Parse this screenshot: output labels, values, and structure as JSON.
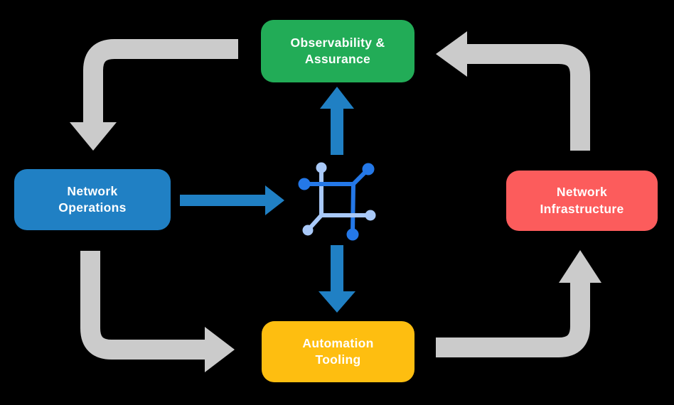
{
  "diagram": {
    "title_hint": "network automation lifecycle diagram",
    "nodes": {
      "observability": {
        "line1": "Observability &",
        "line2": "Assurance",
        "color": "#22AC57"
      },
      "network_operations": {
        "line1": "Network",
        "line2": "Operations",
        "color": "#2080C4"
      },
      "network_infrastructure": {
        "line1": "Network",
        "line2": "Infrastructure",
        "color": "#FC5C5C"
      },
      "automation_tooling": {
        "line1": "Automation",
        "line2": "Tooling",
        "color": "#FEBE10"
      }
    },
    "center_icon": "network-automation-icon",
    "colors": {
      "background": "#000000",
      "cycle_arrow": "#CBCBCB",
      "flow_arrow": "#2080C4",
      "icon_primary": "#2478E8",
      "icon_secondary": "#A9C9F8",
      "text": "#FFFFFF"
    }
  }
}
